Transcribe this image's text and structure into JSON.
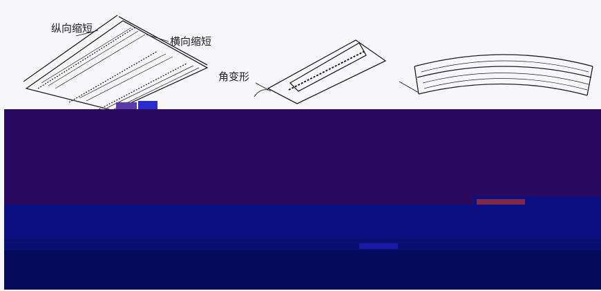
{
  "figure": {
    "labels": {
      "longitudinal_shrinkage": "纵向缩短",
      "transverse_shrinkage": "横向缩短",
      "angular_distortion": "角变形"
    },
    "colors": {
      "paper": "#f7f6f9",
      "ink": "#1c1c22",
      "band_purple": "#2a0a5e",
      "band_blue": "#0a0f82",
      "band_dark_blue": "#071070",
      "band_navy": "#050b5c"
    }
  }
}
